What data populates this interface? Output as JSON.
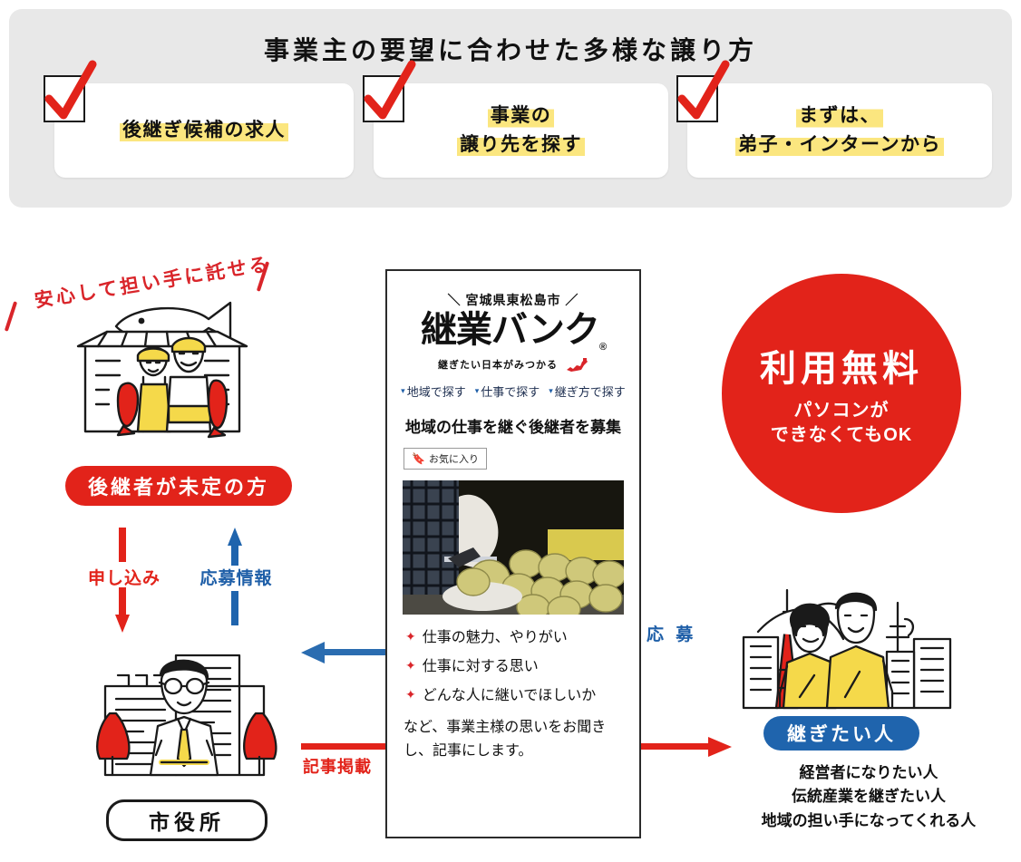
{
  "top_panel": {
    "title": "事業主の要望に合わせた多様な譲り方",
    "options": [
      {
        "icon": "checkbox-checked-icon",
        "lines": [
          "後継ぎ候補の求人"
        ]
      },
      {
        "icon": "checkbox-checked-icon",
        "lines": [
          "事業の",
          "譲り先を探す"
        ]
      },
      {
        "icon": "checkbox-checked-icon",
        "lines": [
          "まずは、",
          "弟子・インターンから"
        ]
      }
    ]
  },
  "left": {
    "ribbon": "安心して担い手に託せる",
    "illustration": "fish-shop-owners-illustration",
    "seller_badge": "後継者が未定の方",
    "arrow_down_label": "申し込み",
    "arrow_up_label": "応募情報",
    "cityhall_illustration": "city-hall-staff-illustration",
    "cityhall_badge": "市役所"
  },
  "connectors": {
    "article_label": "記事掲載",
    "apply_label": "応 募"
  },
  "phone": {
    "kicker": "＼ 宮城県東松島市 ／",
    "logo": "継業バンク",
    "logo_mark": "®",
    "tagline": "継ぎたい日本がみつかる",
    "map_icon": "japan-map-icon",
    "nav": [
      "地域で探す",
      "仕事で探す",
      "継ぎ方で探す"
    ],
    "headline": "地域の仕事を継ぐ後継者を募集",
    "favorite_button": "お気に入り",
    "favorite_icon": "bookmark-icon",
    "photo_alt": "jar-filling-workshop-photo",
    "bullets": [
      "仕事の魅力、やりがい",
      "仕事に対する思い",
      "どんな人に継いでほしいか"
    ],
    "note": "など、事業主様の思いをお聞きし、記事にします。"
  },
  "right": {
    "free_title": "利用無料",
    "free_sub_line1": "パソコンが",
    "free_sub_line2": "できなくてもOK",
    "illustration": "young-couple-city-illustration",
    "successor_badge": "継ぎたい人",
    "successor_desc": [
      "経営者になりたい人",
      "伝統産業を継ぎたい人",
      "地域の担い手になってくれる人"
    ]
  },
  "colors": {
    "red": "#e2231a",
    "deep_red": "#d9252a",
    "blue": "#1f64ad",
    "link_blue": "#1f5fa8",
    "yellow_highlight": "#fbe67f",
    "panel_gray": "#e8e8e8",
    "ink": "#1a1a1a"
  }
}
